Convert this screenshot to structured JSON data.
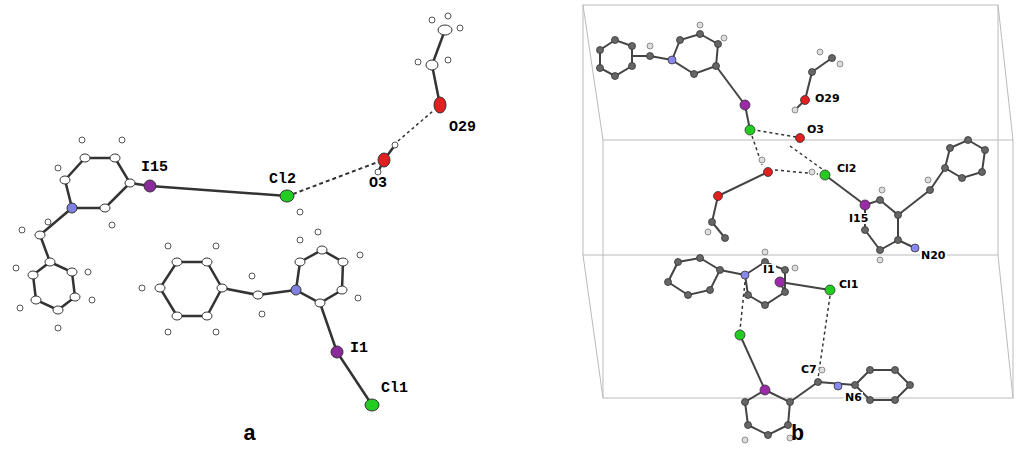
{
  "diagram": {
    "labels": [
      "I15",
      "Cl2",
      "O3",
      "O29",
      "I1",
      "Cl1",
      "a",
      "O29",
      "O3",
      "Cl2",
      "I15",
      "N20",
      "I1",
      "Cl1",
      "C7",
      "N6",
      "b"
    ]
  }
}
